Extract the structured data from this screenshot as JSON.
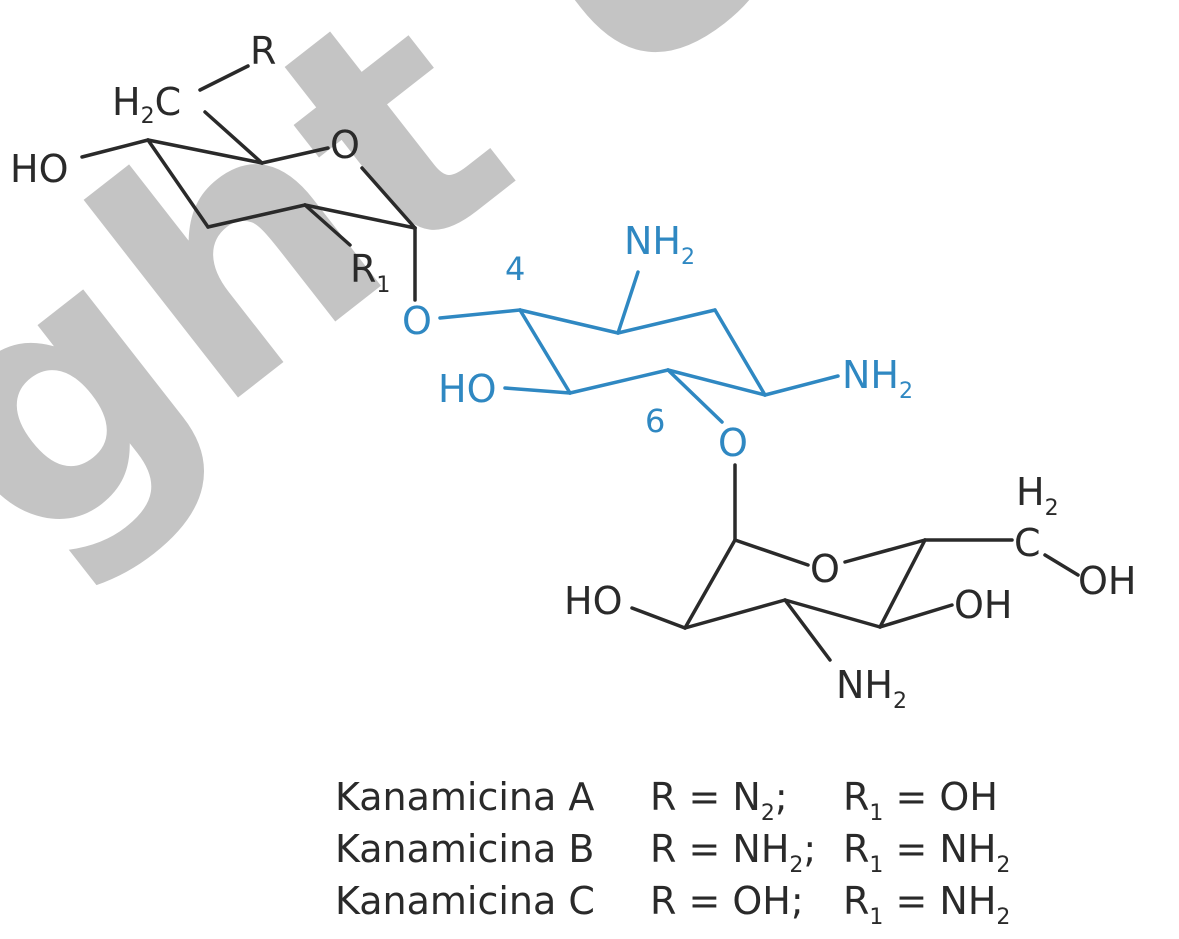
{
  "colors": {
    "black": "#2a2a2a",
    "highlight": "#2f88c2",
    "watermark": "#c4c4c4"
  },
  "watermark": "ght Uni",
  "top_ring": {
    "R": "R",
    "H2C": "H",
    "H2C_sub": "2",
    "H2C_c": "C",
    "HO": "HO",
    "O_ring": "O",
    "R1": "R",
    "R1_sub": "1"
  },
  "middle_ring": {
    "O_link1": "O",
    "O_link2": "O",
    "HO": "HO",
    "NH2_top": "NH",
    "NH2_right": "NH",
    "sub2": "2",
    "pos4": "4",
    "pos6": "6"
  },
  "bottom_ring": {
    "O_ring": "O",
    "HO": "HO",
    "OH": "OH",
    "NH2": "NH",
    "sub2": "2",
    "CH2_H": "H",
    "CH2_C": "C",
    "CH2_OH": "OH"
  },
  "caption": [
    {
      "name": "Kanamicina A",
      "r": "R = N",
      "r_sub": "2",
      "r_end": ";",
      "r1": "R",
      "r1_sub": "1",
      "r1_val": " = OH",
      "r1_val_sub": ""
    },
    {
      "name": "Kanamicina B",
      "r": "R = NH",
      "r_sub": "2",
      "r_end": ";",
      "r1": "R",
      "r1_sub": "1",
      "r1_val": " = NH",
      "r1_val_sub": "2"
    },
    {
      "name": "Kanamicina C",
      "r": "R = OH",
      "r_sub": "",
      "r_end": ";",
      "r1": "R",
      "r1_sub": "1",
      "r1_val": " = NH",
      "r1_val_sub": "2"
    }
  ]
}
